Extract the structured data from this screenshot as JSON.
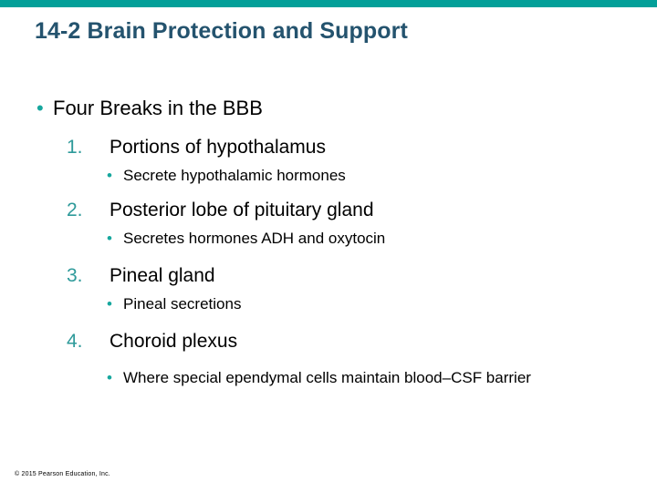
{
  "slide": {
    "title": "14-2 Brain Protection and Support",
    "accent_bar_color": "#03a099",
    "title_color": "#24536e",
    "bullet_color": "#17a79e",
    "number_color": "#2e9a9a",
    "text_color": "#000000",
    "background_color": "#ffffff"
  },
  "content": {
    "main_bullet": {
      "marker": "•",
      "text": "Four Breaks in the BBB"
    },
    "items": [
      {
        "marker": "1.",
        "text": "Portions of hypothalamus",
        "sub": [
          {
            "marker": "•",
            "text": "Secrete hypothalamic hormones"
          }
        ]
      },
      {
        "marker": "2.",
        "text": "Posterior lobe of pituitary gland",
        "sub": [
          {
            "marker": "•",
            "text": "Secretes hormones ADH and oxytocin"
          }
        ]
      },
      {
        "marker": "3.",
        "text": "Pineal gland",
        "sub": [
          {
            "marker": "•",
            "text": "Pineal secretions"
          }
        ]
      },
      {
        "marker": "4.",
        "text": "Choroid plexus",
        "sub": [
          {
            "marker": "•",
            "text": "Where special ependymal cells maintain blood–CSF barrier"
          }
        ]
      }
    ]
  },
  "footer": {
    "copyright": "© 2015 Pearson Education, Inc."
  }
}
